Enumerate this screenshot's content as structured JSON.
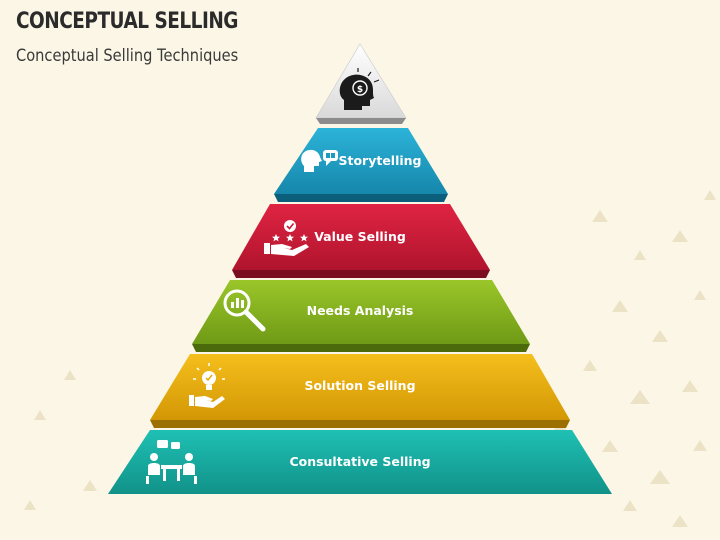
{
  "header": {
    "title": "CONCEPTUAL SELLING",
    "subtitle": "Conceptual Selling Techniques"
  },
  "apex": {
    "icon": "head-dollar-lightbulb-icon"
  },
  "tiers": [
    {
      "label": "Storytelling",
      "icon": "speaking-head-chat-icon",
      "color": "#1a9bbf"
    },
    {
      "label": "Value Selling",
      "icon": "hand-stars-check-icon",
      "color": "#c81c37"
    },
    {
      "label": "Needs Analysis",
      "icon": "magnifier-chart-icon",
      "color": "#83b01e"
    },
    {
      "label": "Solution Selling",
      "icon": "hand-lightbulb-icon",
      "color": "#e5aa0a"
    },
    {
      "label": "Consultative Selling",
      "icon": "meeting-table-icon",
      "color": "#17aaa1"
    }
  ],
  "colors": {
    "background": "#fbf6e6",
    "title": "#2b2b2b",
    "apex": "#eeeeee"
  }
}
